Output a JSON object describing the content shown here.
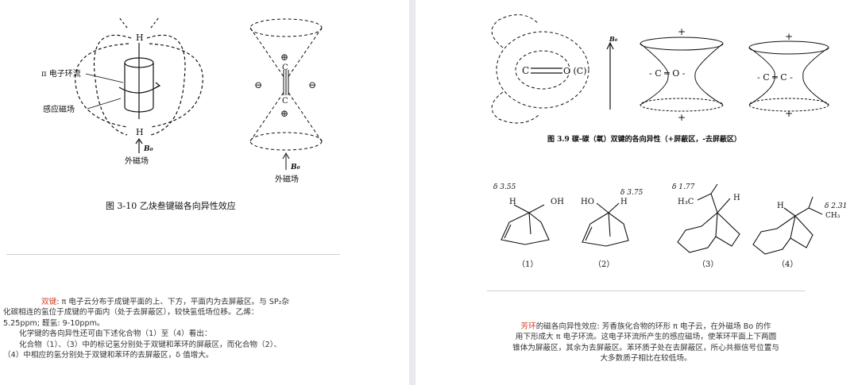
{
  "left_page": {
    "figure_310": {
      "label_H_top": "H",
      "label_H_bottom": "H",
      "label_pi_ring": "π 电子环流",
      "label_induced": "感应磁场",
      "label_B0": "B₀",
      "label_external": "外磁场",
      "label_plus_top": "⊕",
      "label_plus_bottom": "⊕",
      "label_minus_left": "⊖",
      "label_minus_right": "⊖",
      "label_C_top": "C",
      "label_C_bottom": "C",
      "label_B0_right": "B₀",
      "label_external_right": "外磁场",
      "caption": "图 3-10  乙炔叁键磁各向异性效应"
    },
    "text": {
      "line1_red": "双键",
      "line1_rest": ": π 电子云分布于成键平面的上、下方，平面内为去屏蔽区。与 SP₂杂",
      "line2": "化碳相连的氢位于成键的平面内（处于去屏蔽区），较快氢低场位移。乙烯：",
      "line3": "5.25ppm; 醛氢: 9-10ppm。",
      "line4": "化学键的各向异性还可由下述化合物（1）至（4）看出：",
      "line5": "化合物（1）、（3）中的标记氢分别处于双键和苯环的屏蔽区，而化合物（2）、",
      "line6": "（4）中相应的氢分别处于双键和苯环的去屏蔽区，δ 值增大。"
    }
  },
  "right_page": {
    "figure_39": {
      "label_C_left": "C",
      "label_OC": "O (C)",
      "label_B0": "B₀",
      "label_carbonyl": "- C ═ O -",
      "label_alkene": "- C ═ C -",
      "label_plus": "+",
      "label_minus": "-",
      "caption": "图 3.9  碳-碳（氧）双键的各向异性（+屏蔽区，-去屏蔽区）"
    },
    "compounds": [
      {
        "shift": "δ 3.55",
        "h": "H",
        "group": "OH",
        "number": "（1）"
      },
      {
        "shift": "δ 3.75",
        "h": "H",
        "group": "HO",
        "number": "（2）"
      },
      {
        "shift": "δ 1.77",
        "h": "H",
        "group": "H₃C",
        "number": "（3）"
      },
      {
        "shift": "δ 2.31",
        "h": "H",
        "group": "CH₃",
        "number": "（4）"
      }
    ],
    "text": {
      "line1_red": "芳环",
      "line1_rest": "的磁各向异性效应: 芳香族化合物的环形 π 电子云，在外磁场 Bo 的作",
      "line2": "用下形成大 π 电子环流。这电子环流所产生的感应磁场，使苯环平面上下两圆",
      "line3": "锥体为屏蔽区，其余为去屏蔽区。苯环质子处在去屏蔽区，所心共振信号位置与",
      "line4": "大多数质子相比在较低场。"
    }
  }
}
